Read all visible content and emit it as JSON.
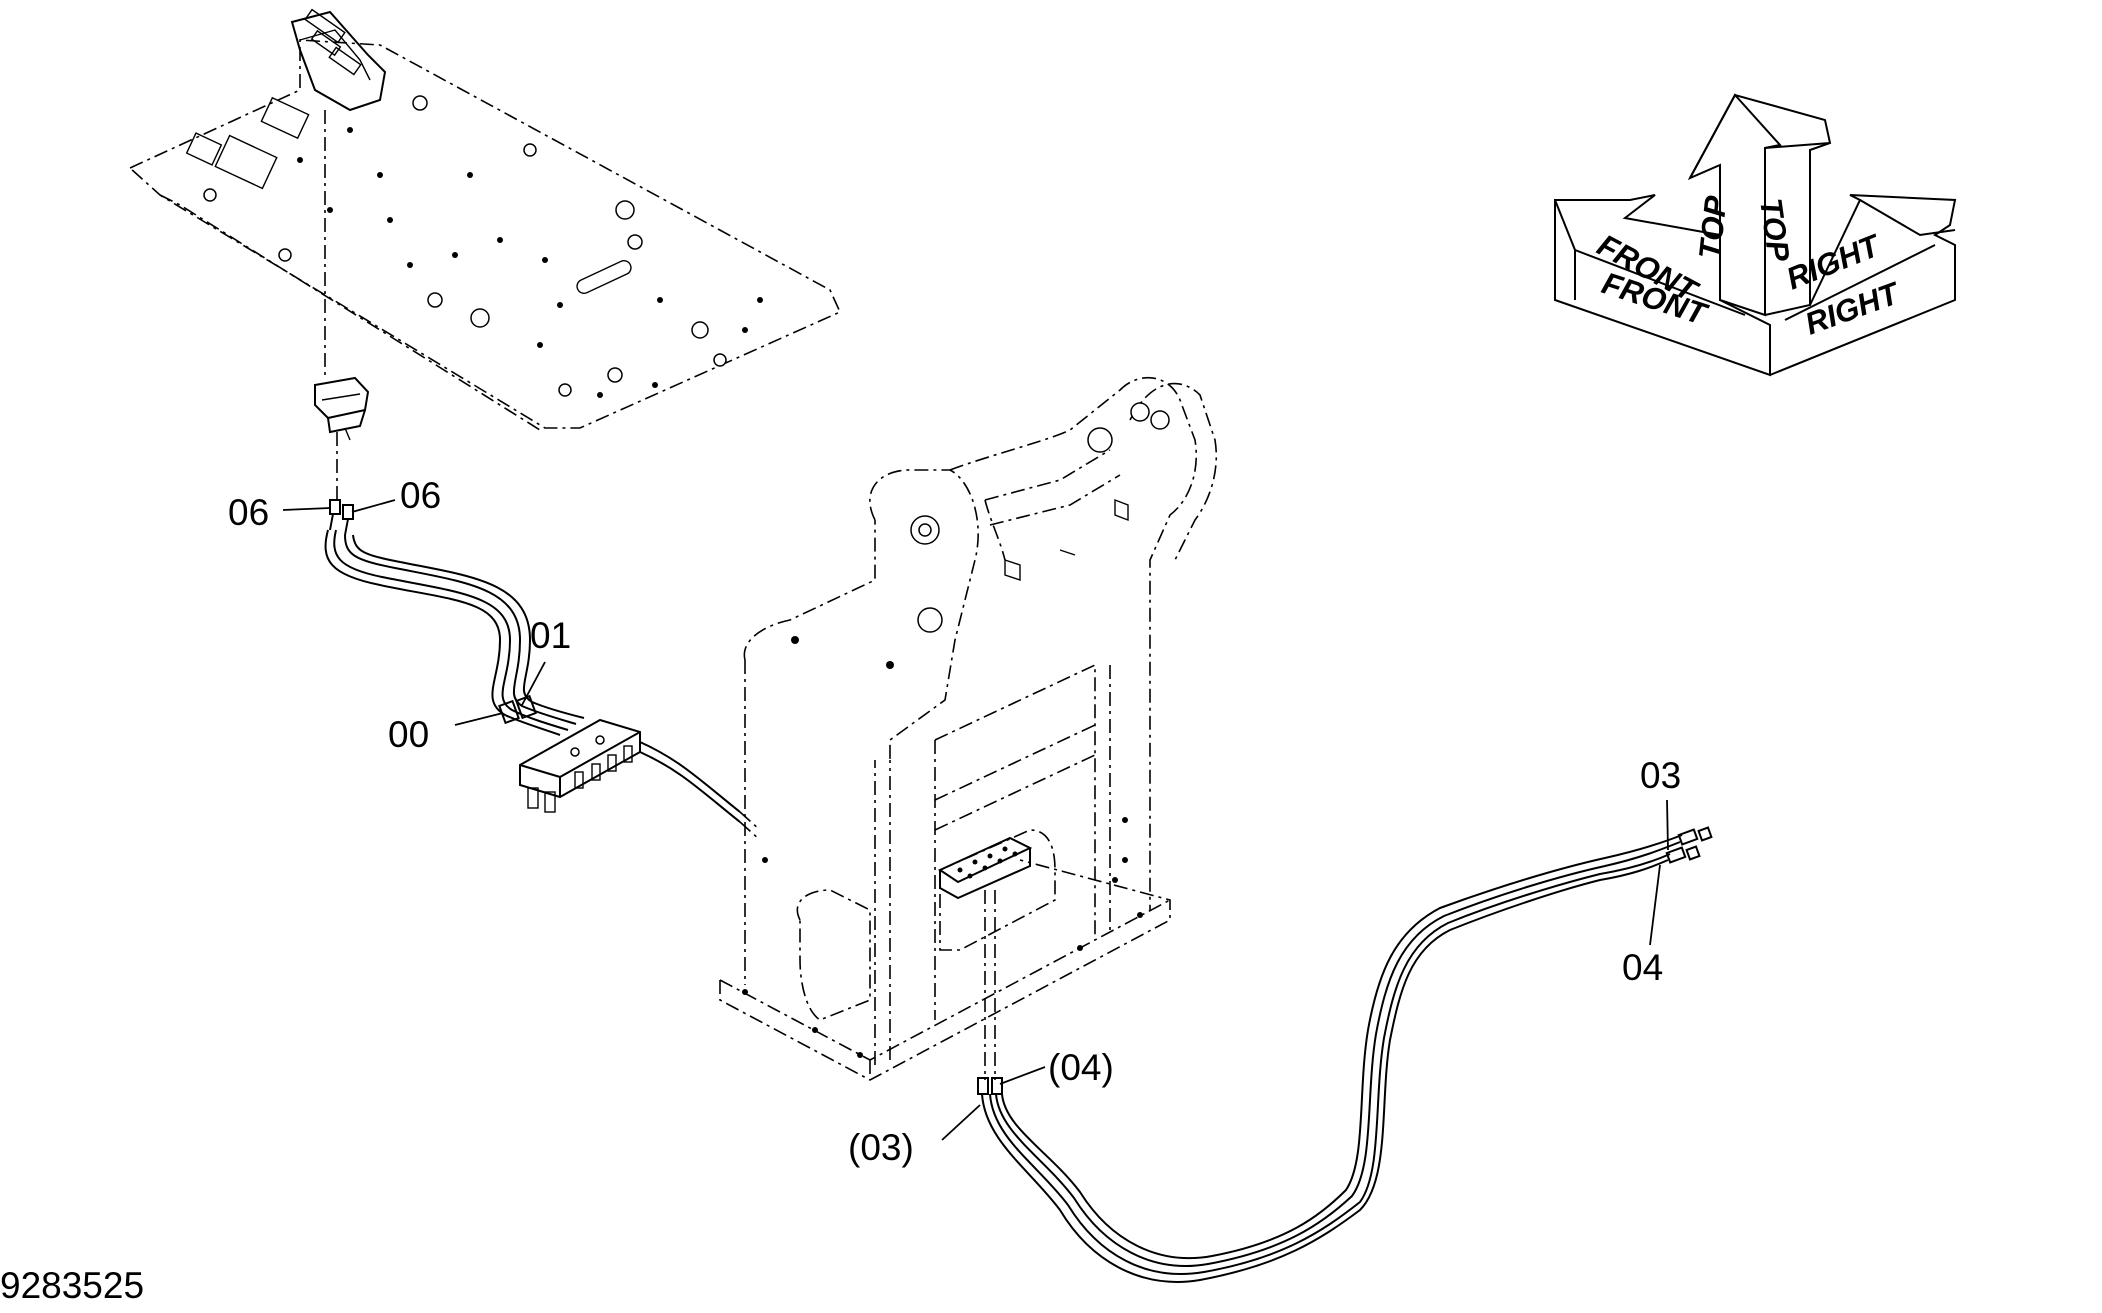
{
  "drawing_number": "9283525",
  "callouts": {
    "c06_left": "06",
    "c06_right": "06",
    "c01": "01",
    "c00": "00",
    "c03": "03",
    "c04": "04",
    "c04_paren": "(04)",
    "c03_paren": "(03)"
  },
  "orientation": {
    "top_a": "TOP",
    "top_b": "TOP",
    "front_a": "FRONT",
    "front_b": "FRONT",
    "right_a": "RIGHT",
    "right_b": "RIGHT"
  }
}
